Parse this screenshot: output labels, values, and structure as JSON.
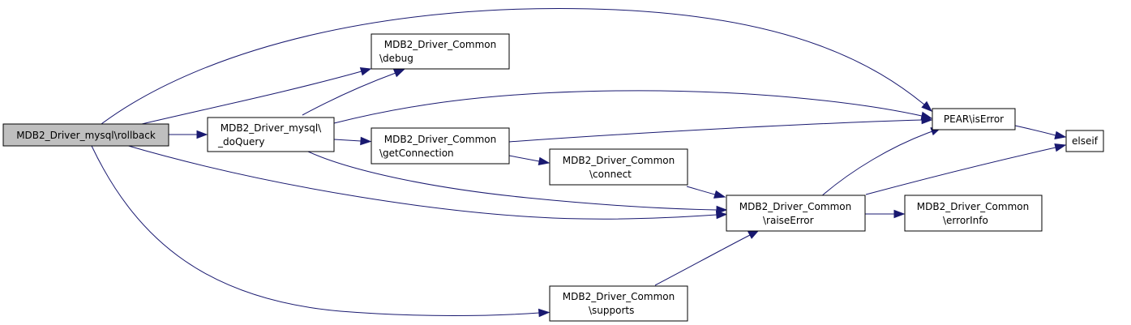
{
  "graph": {
    "nodes": {
      "rollback": [
        "MDB2_Driver_mysql\\rollback"
      ],
      "doQuery": [
        "MDB2_Driver_mysql\\",
        "_doQuery"
      ],
      "debug": [
        "MDB2_Driver_Common",
        "\\debug"
      ],
      "getConnection": [
        "MDB2_Driver_Common",
        "\\getConnection"
      ],
      "connect": [
        "MDB2_Driver_Common",
        "\\connect"
      ],
      "supports": [
        "MDB2_Driver_Common",
        "\\supports"
      ],
      "isError": [
        "PEAR\\isError"
      ],
      "raiseError": [
        "MDB2_Driver_Common",
        "\\raiseError"
      ],
      "errorInfo": [
        "MDB2_Driver_Common",
        "\\errorInfo"
      ],
      "elseif": [
        "elseif"
      ]
    },
    "edges": [
      [
        "rollback",
        "doQuery"
      ],
      [
        "rollback",
        "debug"
      ],
      [
        "rollback",
        "isError"
      ],
      [
        "rollback",
        "raiseError"
      ],
      [
        "rollback",
        "supports"
      ],
      [
        "doQuery",
        "debug"
      ],
      [
        "doQuery",
        "isError"
      ],
      [
        "doQuery",
        "getConnection"
      ],
      [
        "doQuery",
        "raiseError"
      ],
      [
        "getConnection",
        "isError"
      ],
      [
        "getConnection",
        "connect"
      ],
      [
        "connect",
        "raiseError"
      ],
      [
        "supports",
        "raiseError"
      ],
      [
        "isError",
        "elseif"
      ],
      [
        "raiseError",
        "isError"
      ],
      [
        "raiseError",
        "elseif"
      ],
      [
        "raiseError",
        "errorInfo"
      ]
    ]
  }
}
